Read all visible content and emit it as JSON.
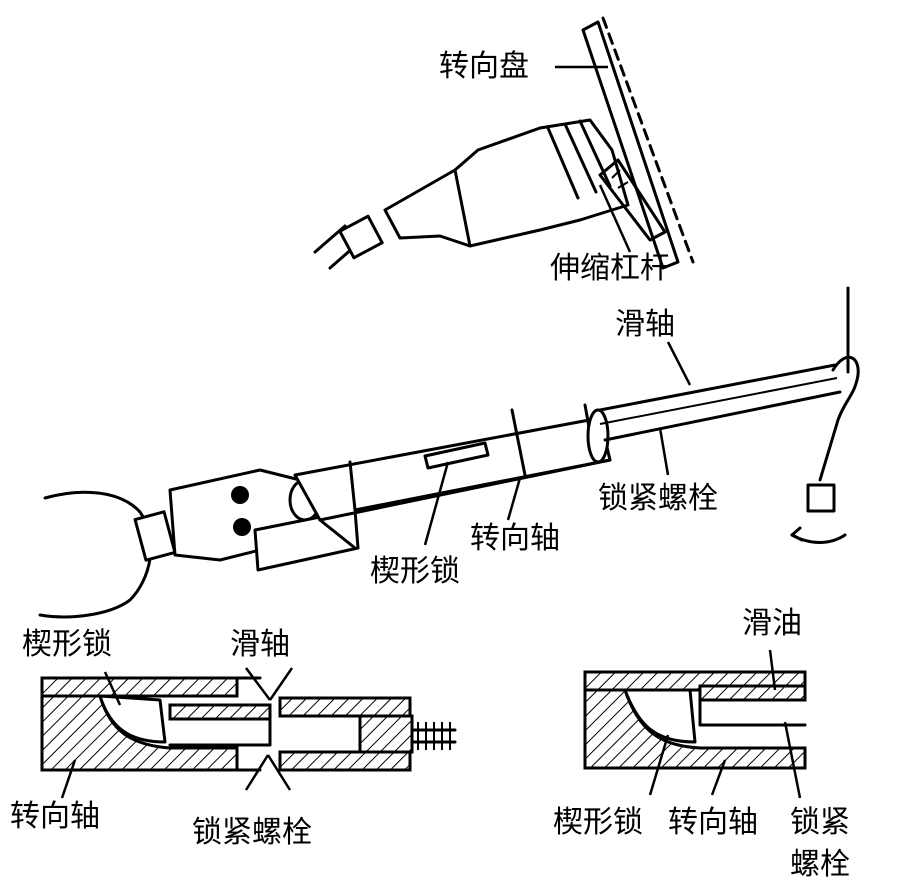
{
  "labels": {
    "steering_wheel": "转向盘",
    "telescopic_lever": "伸缩杠杆",
    "slide_shaft_top": "滑轴",
    "lock_bolt_top": "锁紧螺栓",
    "steering_shaft_mid": "转向轴",
    "wedge_lock_mid": "楔形锁",
    "wedge_lock_left": "楔形锁",
    "slide_shaft_left": "滑轴",
    "steering_shaft_left": "转向轴",
    "lock_bolt_left": "锁紧螺栓",
    "slide_oil_right": "滑油",
    "wedge_lock_right": "楔形锁",
    "steering_shaft_right": "转向轴",
    "lock_bolt_right_1": "锁紧",
    "lock_bolt_right_2": "螺栓"
  },
  "colors": {
    "ink": "#000000",
    "paper": "#ffffff"
  }
}
